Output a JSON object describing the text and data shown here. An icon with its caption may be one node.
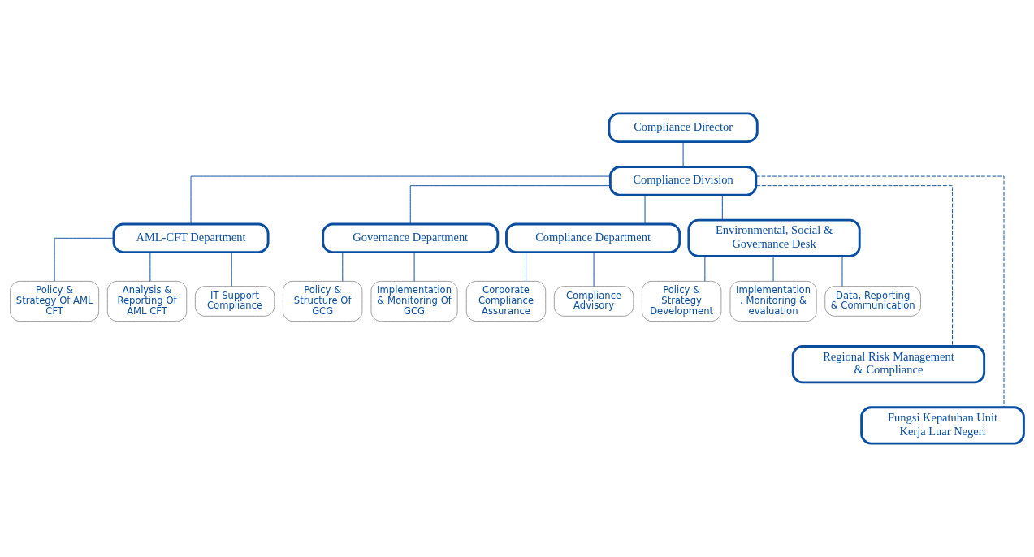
{
  "diagram": {
    "nodes": [
      {
        "text": [
          "Compliance Director"
        ]
      },
      {
        "text": [
          "Compliance Division"
        ]
      },
      {
        "text": [
          "AML-CFT Department"
        ]
      },
      {
        "text": [
          "Governance Department"
        ]
      },
      {
        "text": [
          "Compliance Department"
        ]
      },
      {
        "text": [
          "Environmental, Social & Governance Desk"
        ]
      },
      {
        "text": [
          "Policy & Strategy Of AML CFT"
        ]
      },
      {
        "text": [
          "Analysis & Reporting Of AML CFT"
        ]
      },
      {
        "text": [
          "IT Support Compliance"
        ]
      },
      {
        "text": [
          "Policy & Structure Of GCG"
        ]
      },
      {
        "text": [
          "Implementation & Monitoring Of GCG"
        ]
      },
      {
        "text": [
          "Corporate Compliance Assurance"
        ]
      },
      {
        "text": [
          "Compliance Advisory"
        ]
      },
      {
        "text": [
          "Policy & Strategy Development"
        ]
      },
      {
        "text": [
          "Implementation , Monitoring & evaluation"
        ]
      },
      {
        "text": [
          "Data, Reporting & Communication"
        ]
      },
      {
        "text": [
          "Regional Risk Management & Compliance"
        ]
      },
      {
        "text": [
          "Fungsi Kepatuhan Unit Kerja Luar Negeri"
        ]
      }
    ],
    "edges": [
      {
        "from": 0,
        "to": 1,
        "arrow": "none"
      },
      {
        "from": 1,
        "to": 2,
        "arrow": "none"
      },
      {
        "from": 1,
        "to": 3,
        "arrow": "none"
      },
      {
        "from": 1,
        "to": 4,
        "arrow": "none"
      },
      {
        "from": 1,
        "to": 5,
        "arrow": "none"
      },
      {
        "from": 2,
        "to": 6,
        "arrow": "none"
      },
      {
        "from": 2,
        "to": 7,
        "arrow": "none"
      },
      {
        "from": 2,
        "to": 8,
        "arrow": "none"
      },
      {
        "from": 3,
        "to": 9,
        "arrow": "none"
      },
      {
        "from": 3,
        "to": 10,
        "arrow": "none"
      },
      {
        "from": 4,
        "to": 11,
        "arrow": "none"
      },
      {
        "from": 4,
        "to": 12,
        "arrow": "none"
      },
      {
        "from": 5,
        "to": 13,
        "arrow": "none"
      },
      {
        "from": 5,
        "to": 14,
        "arrow": "none"
      },
      {
        "from": 5,
        "to": 15,
        "arrow": "none"
      },
      {
        "from": 1,
        "to": 16,
        "arrow": "none",
        "style": "dashed"
      },
      {
        "from": 1,
        "to": 17,
        "arrow": "none",
        "style": "dashed"
      }
    ]
  }
}
